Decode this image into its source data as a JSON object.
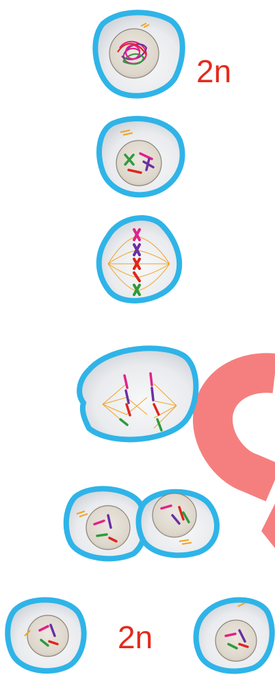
{
  "labels": {
    "top_ploidy": "2n",
    "bottom_ploidy": "2n"
  },
  "stages": [
    {
      "id": "interphase",
      "icon": "cell-with-tangled-chromatin-icon"
    },
    {
      "id": "prophase",
      "icon": "cell-with-condensed-chromosomes-icon"
    },
    {
      "id": "metaphase",
      "icon": "cell-with-aligned-chromosomes-icon"
    },
    {
      "id": "anaphase",
      "icon": "cell-with-separating-chromatids-icon"
    },
    {
      "id": "telophase",
      "icon": "two-nuclei-cytokinesis-icon"
    },
    {
      "id": "daughter-cells",
      "icon": "two-daughter-cells-icon"
    }
  ],
  "colors": {
    "membrane": "#2fb4e8",
    "cytoplasm": "#eef0f2",
    "nucleus": "#e4e0d8",
    "chromosome_magenta": "#e0218a",
    "chromosome_purple": "#6a2fa3",
    "chromosome_green": "#2e9a3c",
    "chromosome_red": "#e0241c",
    "centrosome": "#f4a11c",
    "cycle_arrow": "#f57f7f",
    "ploidy_text": "#e52a1c"
  }
}
